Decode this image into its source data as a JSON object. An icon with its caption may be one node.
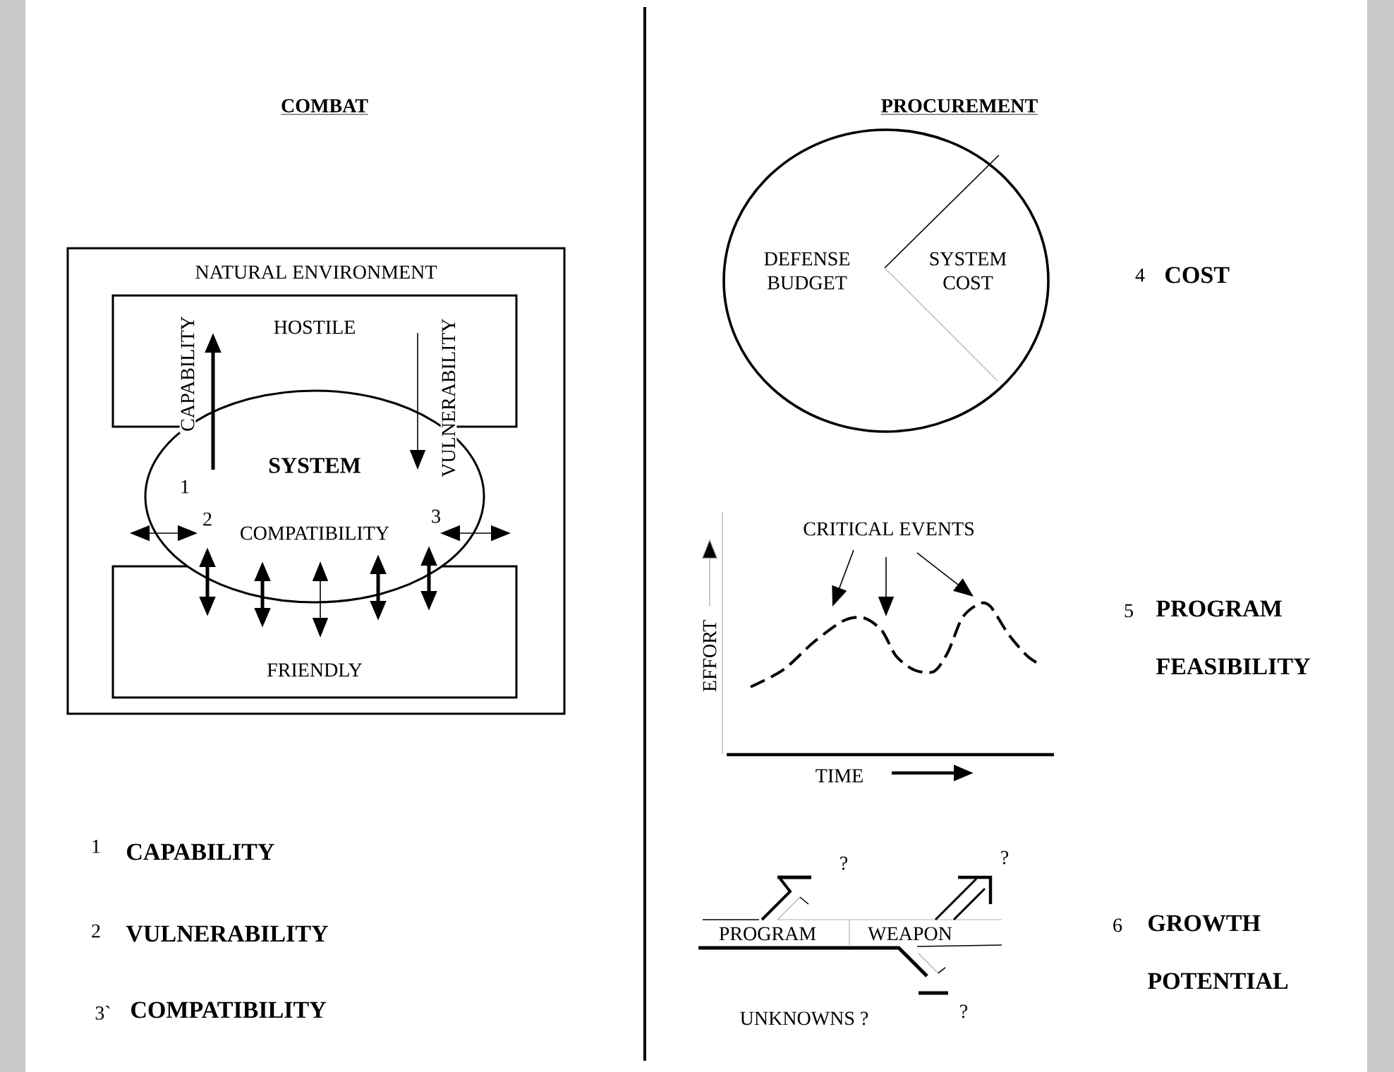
{
  "diagram": {
    "nodes": [
      {
        "text": [
          "NATURAL ENVIRONMENT"
        ]
      },
      {
        "text": [
          "HOSTILE"
        ],
        "in": 0
      },
      {
        "text": [
          "FRIENDLY"
        ],
        "in": 0
      },
      {
        "text": [
          "SYSTEM",
          "COMPATIBILITY"
        ],
        "in": 0
      },
      {
        "text": [
          "DEFENSE BUDGET",
          "SYSTEM COST"
        ]
      },
      {
        "text": [
          "CRITICAL EVENTS"
        ]
      },
      {
        "text": [],
        "shape": "curve"
      }
    ],
    "edges": [
      {
        "from": 3,
        "to": 1,
        "arrow": "to",
        "label": "CAPABILITY",
        "style": "thick"
      },
      {
        "from": 1,
        "to": 3,
        "arrow": "to",
        "label": "VULNERABILITY"
      },
      {
        "from": 3,
        "to": null,
        "arrow": "both"
      },
      {
        "from": 3,
        "to": null,
        "arrow": "both"
      },
      {
        "from": 3,
        "to": 2,
        "arrow": "both",
        "style": "thick"
      },
      {
        "from": 3,
        "to": 2,
        "arrow": "both",
        "style": "thick"
      },
      {
        "from": 3,
        "to": 2,
        "arrow": "both"
      },
      {
        "from": 3,
        "to": 2,
        "arrow": "both",
        "style": "thick"
      },
      {
        "from": 3,
        "to": 2,
        "arrow": "both",
        "style": "thick"
      },
      {
        "from": 5,
        "to": 6,
        "arrow": "to"
      },
      {
        "from": 5,
        "to": 6,
        "arrow": "to"
      },
      {
        "from": 5,
        "to": 6,
        "arrow": "to"
      }
    ],
    "labels": [
      "COMBAT",
      "PROCUREMENT",
      "1",
      "2",
      "3",
      "4",
      "COST",
      "EFFORT",
      "TIME",
      "5",
      "PROGRAM FEASIBILITY",
      "?",
      "?",
      "PROGRAM",
      "WEAPON",
      "6",
      "GROWTH POTENTIAL",
      "?",
      "UNKNOWNS ?",
      "1",
      "CAPABILITY",
      "2",
      "VULNERABILITY",
      "3`",
      "COMPATIBILITY"
    ]
  }
}
